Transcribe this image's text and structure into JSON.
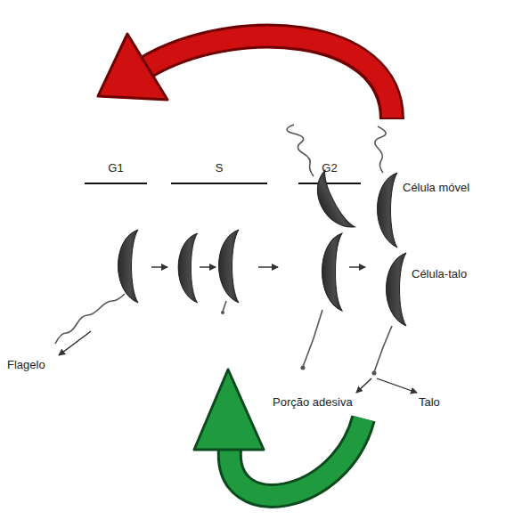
{
  "diagram": {
    "labels": [
      "G1",
      "S",
      "G2",
      "Célula móvel",
      "Célula-talo",
      "Flagelo",
      "Porção adesiva",
      "Talo"
    ]
  }
}
